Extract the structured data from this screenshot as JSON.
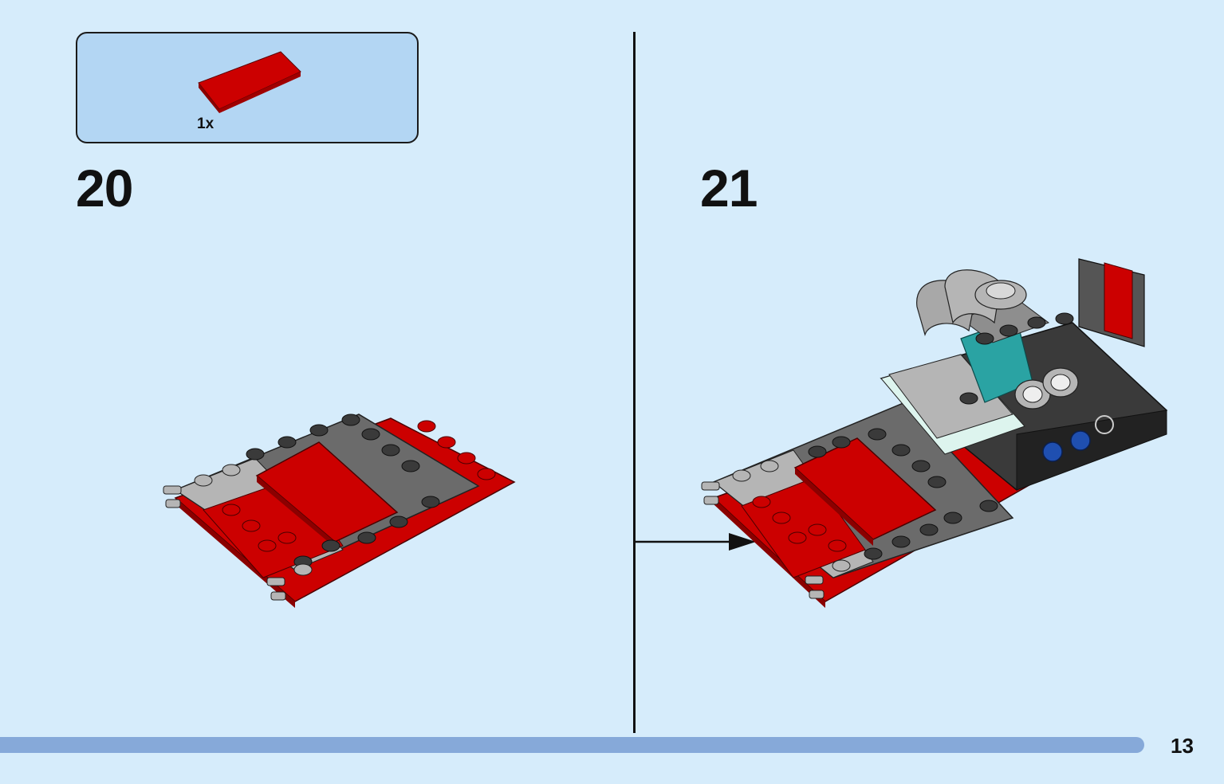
{
  "parts_callout": {
    "quantity": "1x",
    "part_color": "#cc0000"
  },
  "steps": [
    {
      "number": "20"
    },
    {
      "number": "21"
    }
  ],
  "page_number": "13",
  "colors": {
    "background": "#d6ecfb",
    "callout_bg": "#b3d6f3",
    "progress_bar": "#86a9d9",
    "brick_red": "#cc0000",
    "brick_dark_gray": "#6b6b6b",
    "brick_light_gray": "#b5b5b5",
    "brick_teal": "#2aa3a3",
    "brick_blue": "#1f4fb0"
  }
}
